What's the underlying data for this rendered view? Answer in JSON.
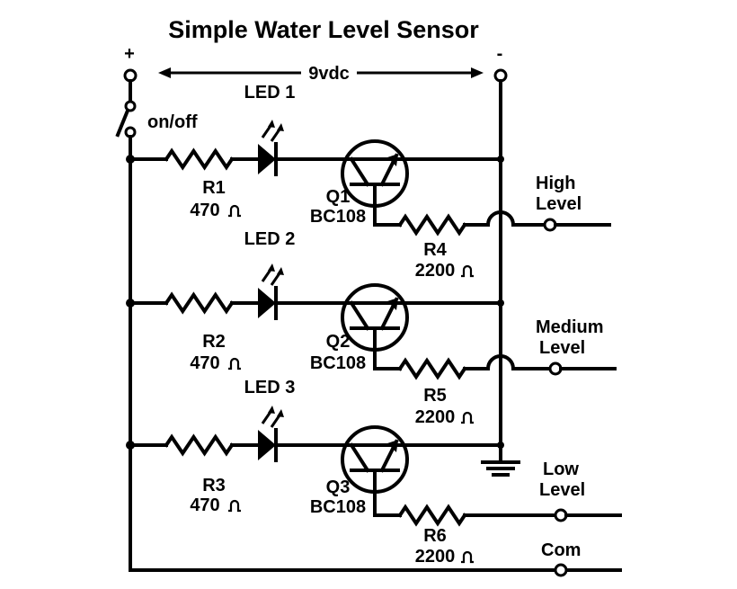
{
  "title": "Simple Water Level Sensor",
  "supply": {
    "positive": "+",
    "negative": "-",
    "voltage": "9vdc"
  },
  "switch_label": "on/off",
  "stages": [
    {
      "led": "LED 1",
      "resistor": "R1",
      "resistor_value": "470",
      "transistor": "Q1",
      "transistor_type": "BC108",
      "probe_resistor": "R4",
      "probe_resistor_value": "2200",
      "level_line1": "High",
      "level_line2": "Level"
    },
    {
      "led": "LED 2",
      "resistor": "R2",
      "resistor_value": "470",
      "transistor": "Q2",
      "transistor_type": "BC108",
      "probe_resistor": "R5",
      "probe_resistor_value": "2200",
      "level_line1": "Medium",
      "level_line2": "Level"
    },
    {
      "led": "LED 3",
      "resistor": "R3",
      "resistor_value": "470",
      "transistor": "Q3",
      "transistor_type": "BC108",
      "probe_resistor": "R6",
      "probe_resistor_value": "2200",
      "level_line1": "Low",
      "level_line2": "Level"
    }
  ],
  "common_label": "Com"
}
